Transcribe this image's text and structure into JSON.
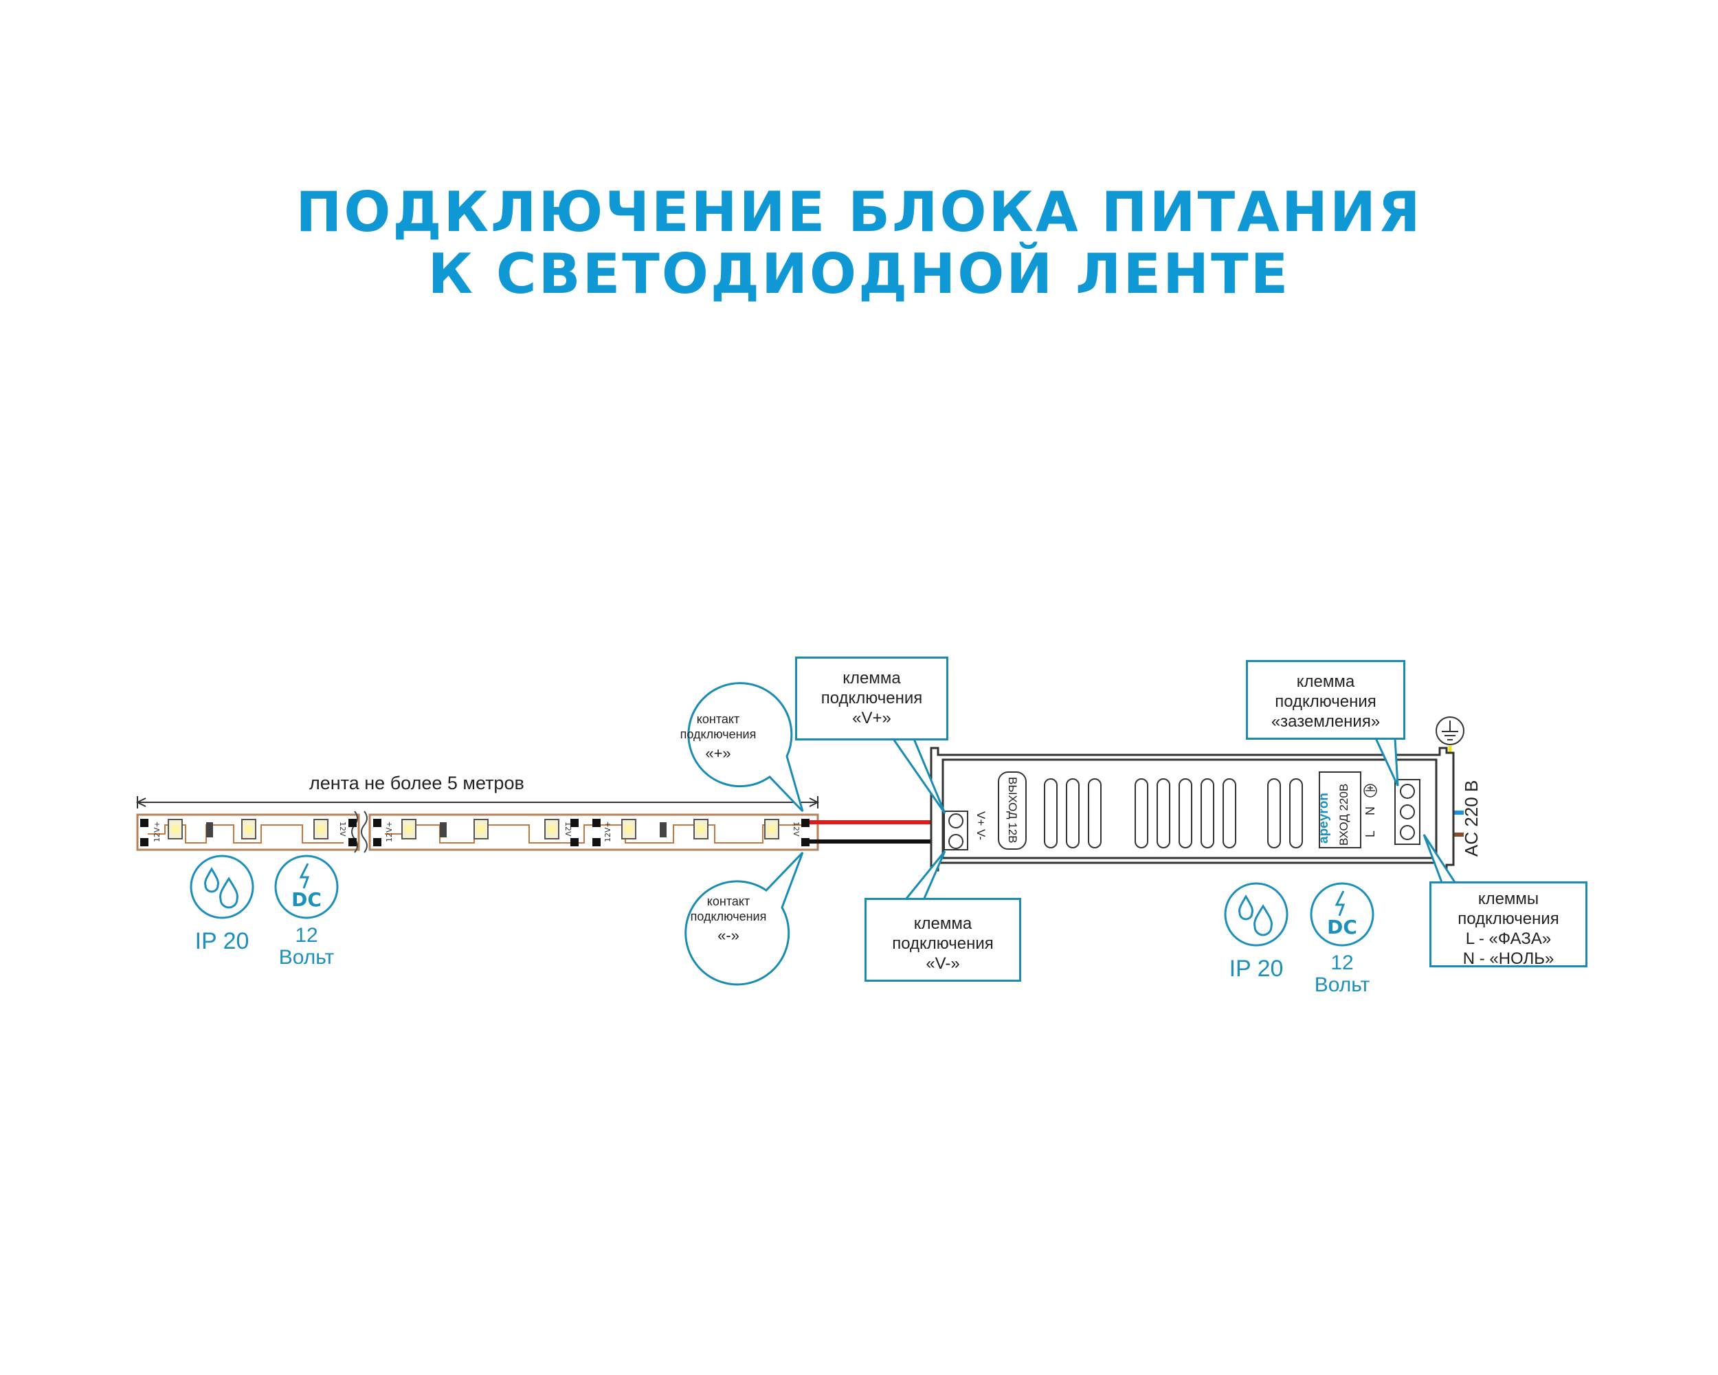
{
  "title": {
    "line1": "ПОДКЛЮЧЕНИЕ БЛОКА ПИТАНИЯ",
    "line2": "К СВЕТОДИОДНОЙ ЛЕНТЕ"
  },
  "strip": {
    "length_label": "лента не более 5 метров",
    "segment_marks": [
      "12V+",
      "12V"
    ],
    "contact_plus": {
      "line1": "контакт",
      "line2": "подключения",
      "symbol": "«+»"
    },
    "contact_minus": {
      "line1": "контакт",
      "line2": "подключения",
      "symbol": "«-»"
    }
  },
  "psu": {
    "output_label": "ВЫХОД 12В",
    "output_pins": "V+ V-",
    "input_label": "ВХОД 220В",
    "brand": "apeyron",
    "input_pins": [
      "L",
      "N"
    ],
    "ac_label": "AC 220 В"
  },
  "callouts": {
    "vplus": {
      "line1": "клемма",
      "line2": "подключения",
      "line3": "«V+»"
    },
    "vminus": {
      "line1": "клемма",
      "line2": "подключения",
      "line3": "«V-»"
    },
    "ground": {
      "line1": "клемма",
      "line2": "подключения",
      "line3": "«заземления»"
    },
    "phase": {
      "line1": "клеммы",
      "line2": "подключения",
      "line3": "L - «ФАЗА»",
      "line4": "N - «НОЛЬ»"
    }
  },
  "specs_left": {
    "ip": "IP 20",
    "dc": "DC",
    "volt_value": "12",
    "volt_unit": "Вольт"
  },
  "specs_right": {
    "ip": "IP 20",
    "dc": "DC",
    "volt_value": "12",
    "volt_unit": "Вольт"
  },
  "colors": {
    "accent": "#0f98d3",
    "callout_border": "#1a8cb4",
    "wire_positive": "#e0191b",
    "wire_negative": "#111111",
    "wire_ground": "#f2e600",
    "wire_phase": "#1a90e0",
    "wire_neutral": "#8b4a2b",
    "strip_line": "#c9773f"
  }
}
